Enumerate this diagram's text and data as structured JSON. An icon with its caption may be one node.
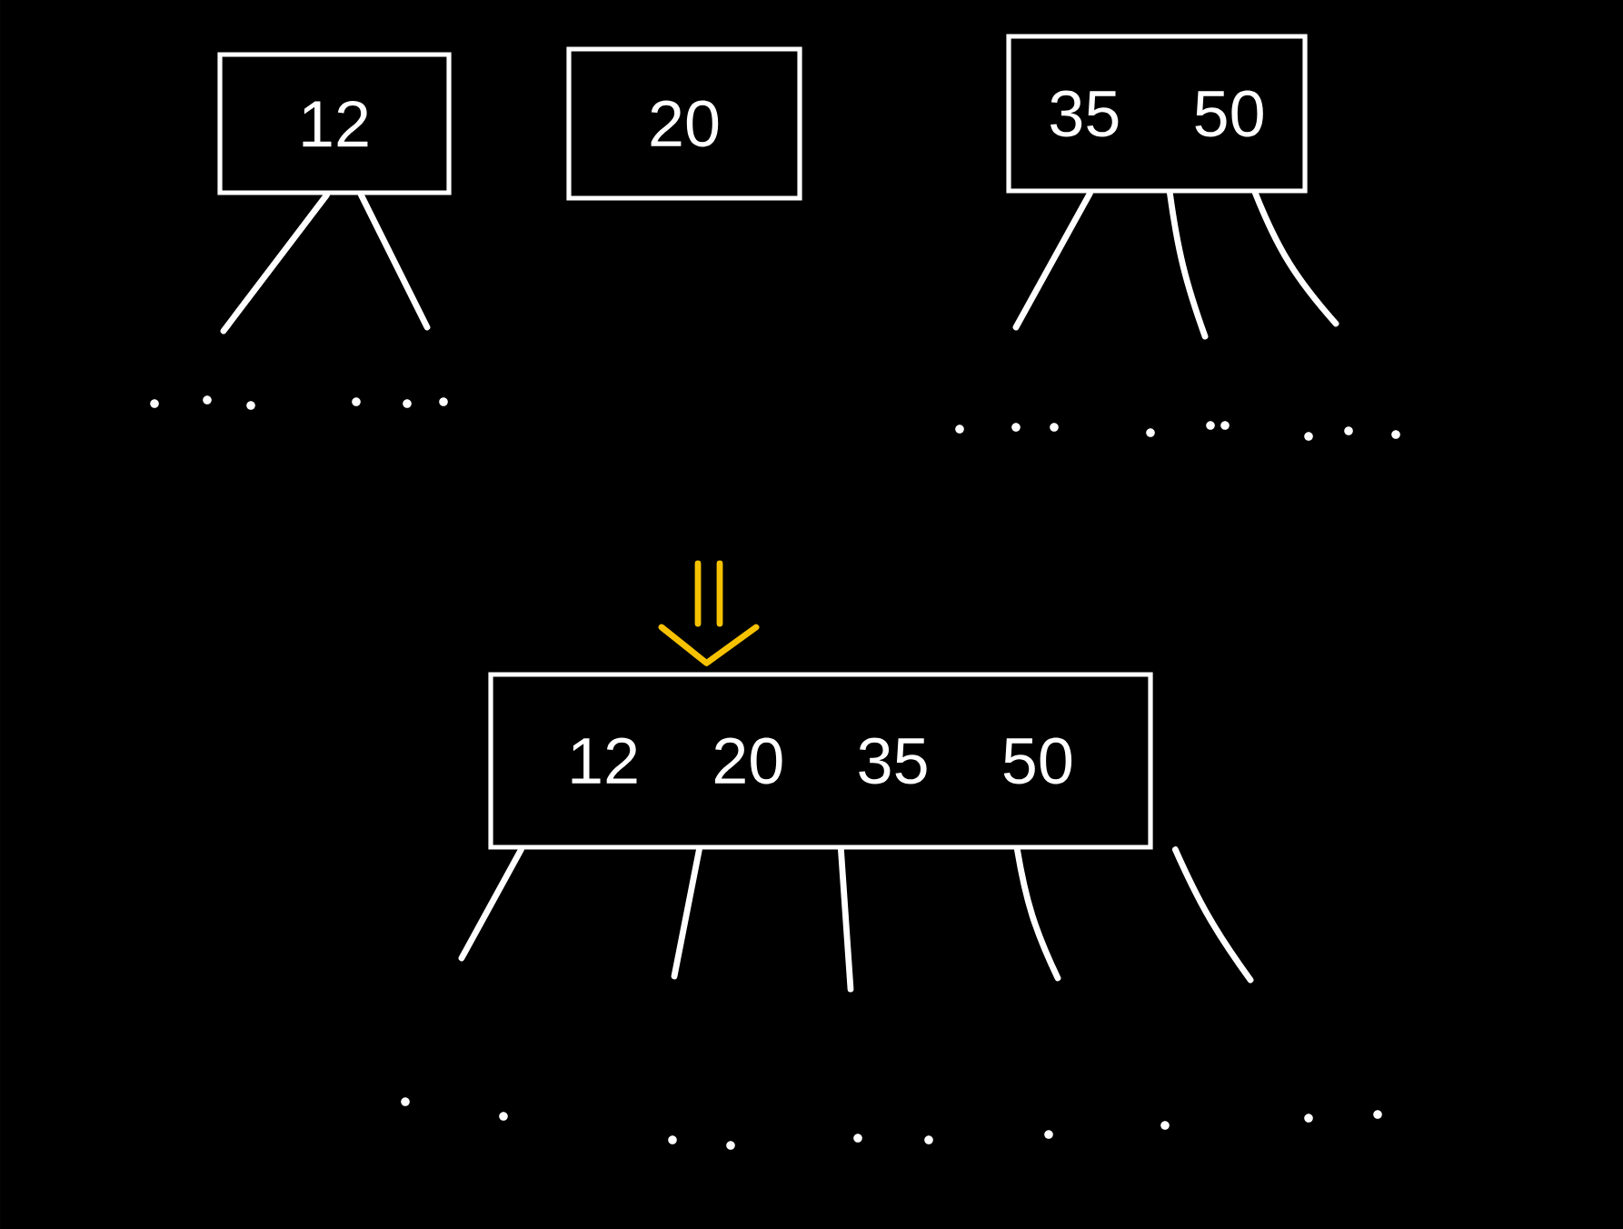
{
  "diagram": {
    "nodes": [
      {
        "text": [
          "12"
        ]
      },
      {
        "text": [
          "20"
        ]
      },
      {
        "text": [
          "35 50"
        ]
      },
      {
        "text": [
          "12 20 35 50"
        ]
      }
    ],
    "edges": [
      {
        "from": 0,
        "to": null,
        "arrow": "none"
      },
      {
        "from": 0,
        "to": null,
        "arrow": "none"
      },
      {
        "from": 2,
        "to": null,
        "arrow": "none"
      },
      {
        "from": 2,
        "to": null,
        "arrow": "none"
      },
      {
        "from": 2,
        "to": null,
        "arrow": "none"
      },
      {
        "from": 3,
        "to": null,
        "arrow": "none"
      },
      {
        "from": 3,
        "to": null,
        "arrow": "none"
      },
      {
        "from": 3,
        "to": null,
        "arrow": "none"
      },
      {
        "from": 3,
        "to": null,
        "arrow": "none"
      },
      {
        "from": 3,
        "to": null,
        "arrow": "none"
      },
      {
        "from": null,
        "to": 3,
        "arrow": "to",
        "color": "#f6c200"
      }
    ]
  }
}
